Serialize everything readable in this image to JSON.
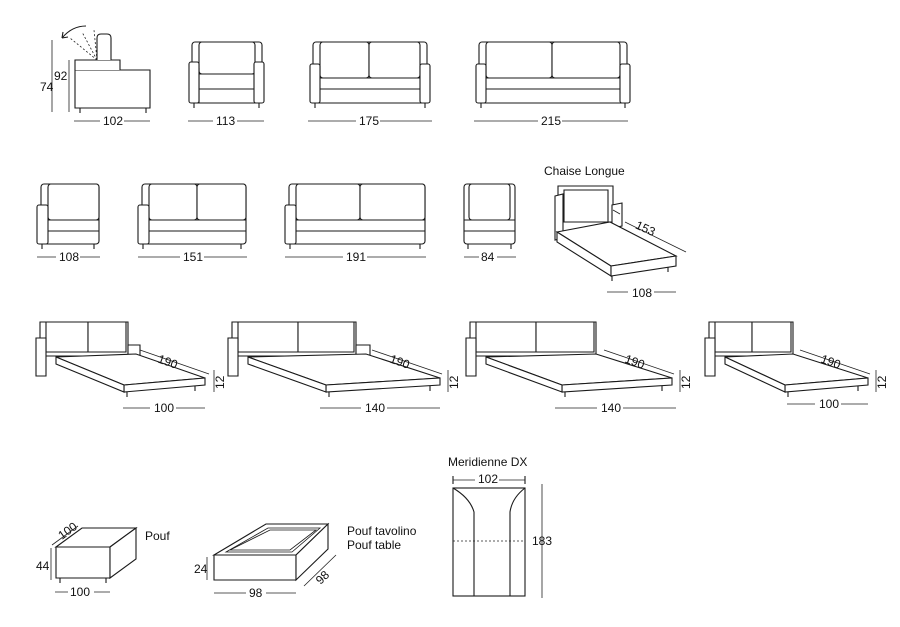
{
  "dimensions": {
    "recliner_h_low": "74",
    "recliner_h_high": "92",
    "recliner_w": "102",
    "armchair_w": "113",
    "sofa_175": "175",
    "sofa_215": "215",
    "mod_108": "108",
    "mod_151": "151",
    "mod_191": "191",
    "mod_84": "84",
    "chaise_len": "153",
    "chaise_w": "108",
    "bed1_len": "190",
    "bed1_h": "12",
    "bed1_w": "100",
    "bed2_len": "190",
    "bed2_h": "12",
    "bed2_w": "140",
    "bed3_len": "190",
    "bed3_h": "12",
    "bed3_w": "140",
    "bed4_len": "190",
    "bed4_h": "12",
    "bed4_w": "100",
    "pouf_d": "100",
    "pouf_h": "44",
    "pouf_w": "100",
    "ptable_h": "24",
    "ptable_w": "98",
    "ptable_d": "98",
    "merid_w": "102",
    "merid_len": "183"
  },
  "labels": {
    "chaise": "Chaise Longue",
    "pouf": "Pouf",
    "pouf_tavolino": "Pouf tavolino",
    "pouf_table": "Pouf table",
    "meridienne": "Meridienne DX"
  }
}
